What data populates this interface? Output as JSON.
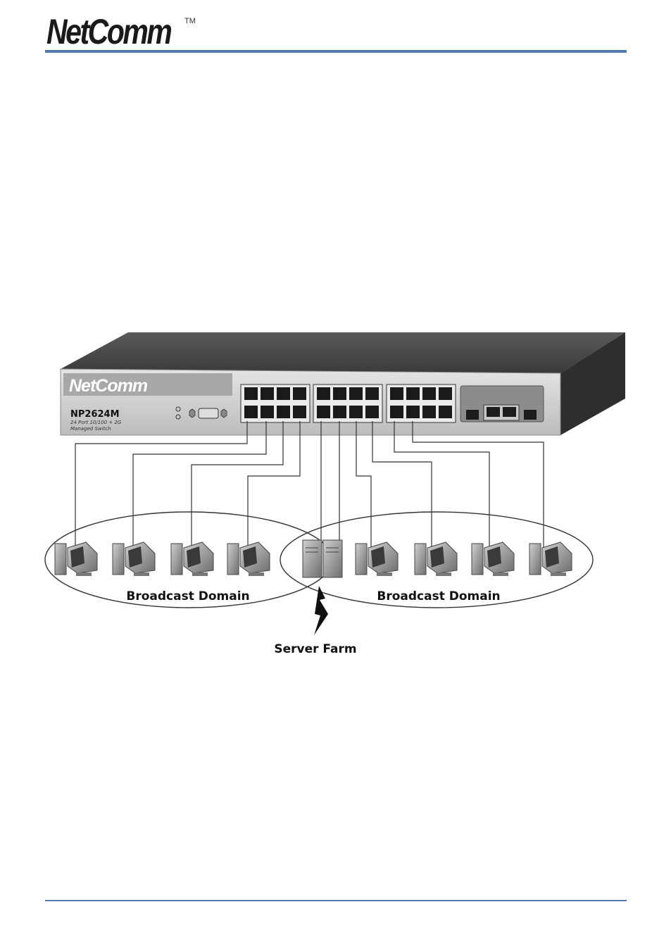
{
  "header": {
    "logo_text": "NetComm",
    "logo_tm": "TM"
  },
  "switch": {
    "brand": "NetComm",
    "model": "NP2624M",
    "desc_line1": "24 Port 10/100 + 2G",
    "desc_line2": "Managed Switch"
  },
  "labels": {
    "left_domain": "Broadcast Domain",
    "right_domain": "Broadcast Domain",
    "server_farm": "Server Farm"
  },
  "colors": {
    "rule": "#4f7ab3",
    "switch_face": "#cfcfcf",
    "switch_top": "#4a4a4a"
  }
}
